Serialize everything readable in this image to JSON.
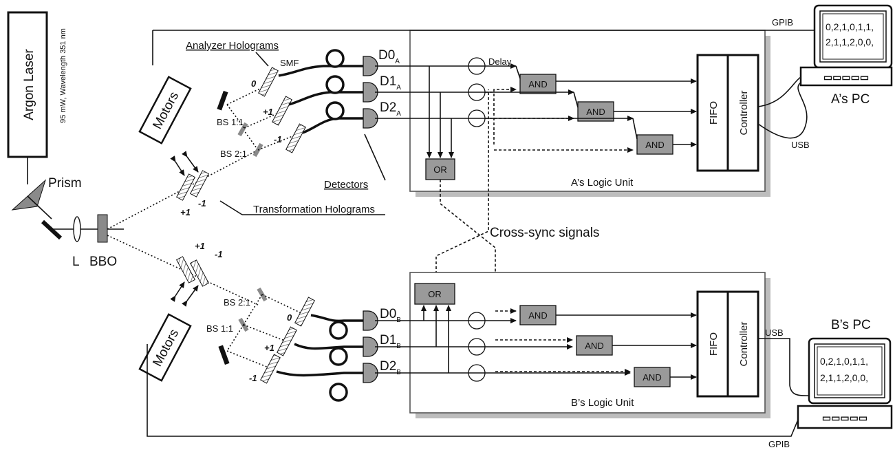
{
  "source": {
    "name": "Argon Laser",
    "specs": "95 mW, Wavelength 351 nm"
  },
  "optics": {
    "prism": "Prism",
    "lens": "L",
    "crystal": "BBO",
    "motors": "Motors",
    "analyzer_holograms": "Analyzer Holograms",
    "transformation_holograms": "Transformation Holograms",
    "detectors": "Detectors",
    "smf": "SMF",
    "bs11": "BS 1:1",
    "bs21": "BS 2:1",
    "orders": {
      "zero": "0",
      "plus": "+1",
      "minus": "-1"
    }
  },
  "detectors_a": [
    "D0",
    "D1",
    "D2"
  ],
  "detectors_b": [
    "D0",
    "D1",
    "D2"
  ],
  "sub_a": "A",
  "sub_b": "B",
  "logic": {
    "delay": "Delay",
    "and_gate": "AND",
    "or_gate": "OR",
    "fifo": "FIFO",
    "controller": "Controller",
    "unit_a": "A’s Logic Unit",
    "unit_b": "B’s Logic Unit",
    "cross_sync": "Cross-sync signals"
  },
  "links": {
    "gpib": "GPIB",
    "usb": "USB"
  },
  "pc_a": {
    "label": "A’s PC",
    "screen_lines": [
      "0,2,1,0,1,1,",
      "2,1,1,2,0,0,"
    ]
  },
  "pc_b": {
    "label": "B’s PC",
    "screen_lines": [
      "0,2,1,0,1,1,",
      "2,1,1,2,0,0,"
    ]
  }
}
